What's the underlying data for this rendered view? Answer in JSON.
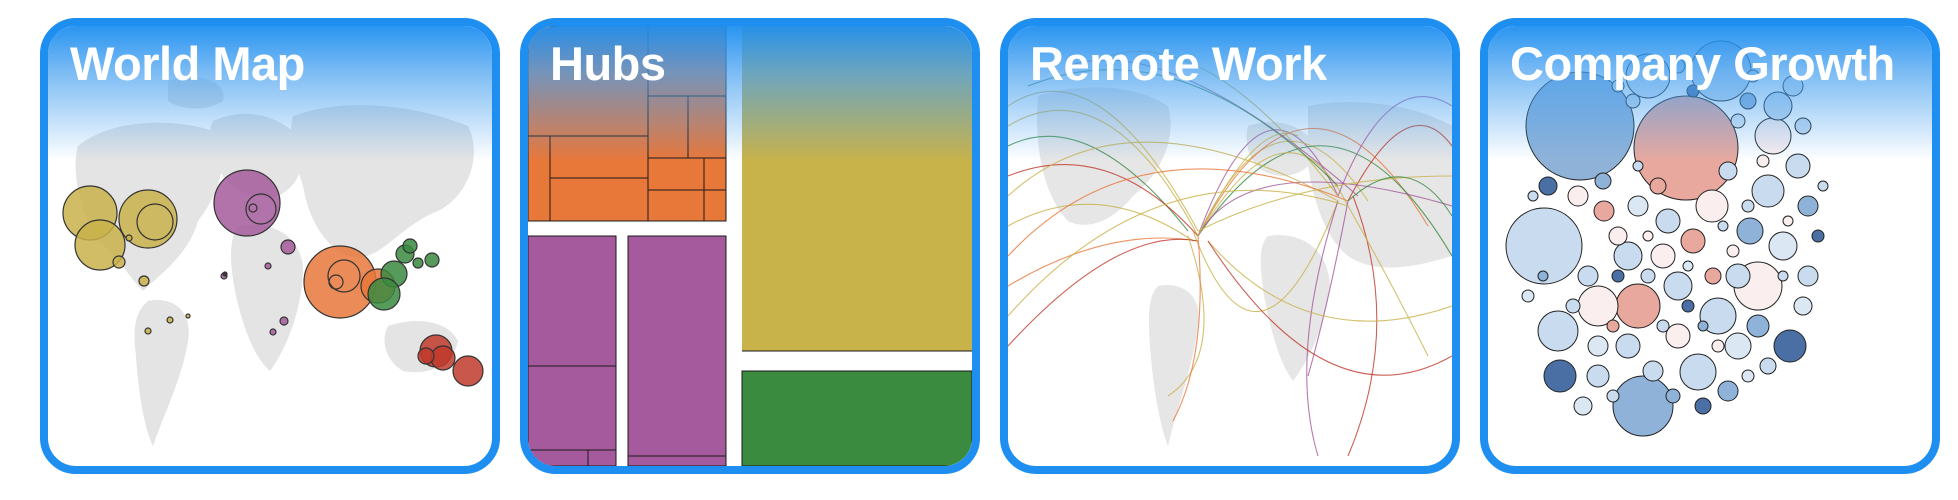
{
  "cards": [
    {
      "title": "World Map",
      "icon": "world-map-thumbnail"
    },
    {
      "title": "Hubs",
      "icon": "treemap-thumbnail"
    },
    {
      "title": "Remote Work",
      "icon": "arc-map-thumbnail"
    },
    {
      "title": "Company Growth",
      "icon": "bubble-pack-thumbnail"
    }
  ],
  "colors": {
    "frame": "#1e8ff0",
    "title_text": "#ffffff",
    "land": "#e3e3e3",
    "yellow": "#c8b24a",
    "purple": "#a45a9c",
    "orange": "#e8773a",
    "green": "#3a8a40",
    "red": "#c0392b",
    "blue_dark": "#4a6fa5",
    "blue_light": "#c9dcef",
    "pink": "#e8a89e"
  }
}
